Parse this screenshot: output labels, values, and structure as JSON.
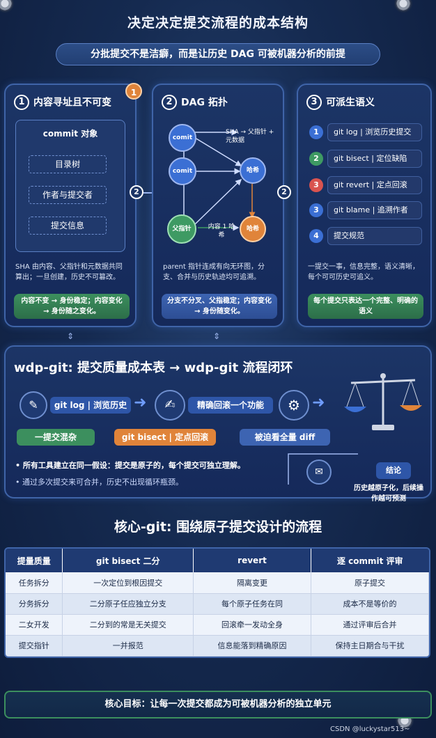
{
  "title": "决定决定提交流程的成本结构",
  "subtitle": "分批提交不是洁癖，而是让历史 DAG 可被机器分析的前提",
  "badge_number": "1",
  "connector_label": "2",
  "panel1": {
    "number": "1",
    "title": "内容寻址且不可变",
    "box_title": "commit 对象",
    "items": [
      "目录树",
      "作者与提交者",
      "提交信息"
    ],
    "desc": "SHA 由内容、父指针和元数据共同算出；一旦创建，历史不可篡改。",
    "bar": "内容不变 → 身份稳定；内容变化 → 身份随之变化。"
  },
  "panel2": {
    "number": "2",
    "title": "DAG 拓扑",
    "nodes": [
      "comit",
      "comit",
      "哈希",
      "父指针",
      "哈希"
    ],
    "sha_note": "SHA → 父指针 + 元数据",
    "mid_note": "内容 1 哈希",
    "desc": "parent 指针连成有向无环图，分支、合并与历史轨迹均可追溯。",
    "bar": "分支不分叉、父指稳定；内容变化 → 身份随变化。"
  },
  "panel3": {
    "number": "3",
    "title": "可派生语义",
    "items": [
      {
        "num": "1",
        "label": "git log | 浏览历史提交",
        "color": "#3b6fd4"
      },
      {
        "num": "2",
        "label": "git bisect | 定位缺陷",
        "color": "#3e9a63"
      },
      {
        "num": "3",
        "label": "git revert | 定点回滚",
        "color": "#d9534f"
      },
      {
        "num": "3",
        "label": "git blame | 追溯作者",
        "color": "#3b6fd4"
      },
      {
        "num": "4",
        "label": "提交规范",
        "color": "#3b6fd4"
      }
    ],
    "desc": "一提交一事，信息完整，语义清晰，每个可可历史可追义。",
    "bar": "每个提交只表达一个完整、明确的语义"
  },
  "flow": {
    "title": "wdp-git: 提交质量成本表 → wdp-git 流程闭环",
    "step1": "git log | 浏览历史",
    "step2": "精确回滚一个功能",
    "tag_green": "一提交混杂",
    "tag_orange": "git bisect | 定点回滚",
    "tag_blue": "被迫看全量 diff",
    "bullet1": "所有工具建立在同一假设：提交是原子的，每个提交可独立理解。",
    "bullet2": "通过多次提交来可合并，历史不出现循环瓶颈。",
    "conclusion_label": "结论",
    "conclusion_text": "历史越原子化，后续操作越可预测"
  },
  "section2_title": "核心-git: 围绕原子提交设计的流程",
  "table": {
    "headers": [
      "提量质量",
      "git bisect 二分",
      "revert",
      "逐 commit 评审"
    ],
    "rows": [
      [
        "任务拆分",
        "一次定位到根因提交",
        "隔离变更",
        "原子提交"
      ],
      [
        "分务拆分",
        "二分原子任应独立分支",
        "每个原子任务在同",
        "成本不是等价的"
      ],
      [
        "二女开发",
        "二分到的常是无关提交",
        "回滚牵一发动全身",
        "通过评审后合并"
      ],
      [
        "提交指针",
        "一并报范",
        "信息能落到精确原因",
        "保持主日期合与干扰"
      ]
    ]
  },
  "footer_goal": "核心目标：让每一次提交都成为可被机器分析的独立单元",
  "watermark": "CSDN @luckystar513~",
  "colors": {
    "green": "#3c8f5e",
    "orange": "#e0843a",
    "blue": "#3d64b2",
    "accent": "#5a7fc4"
  }
}
